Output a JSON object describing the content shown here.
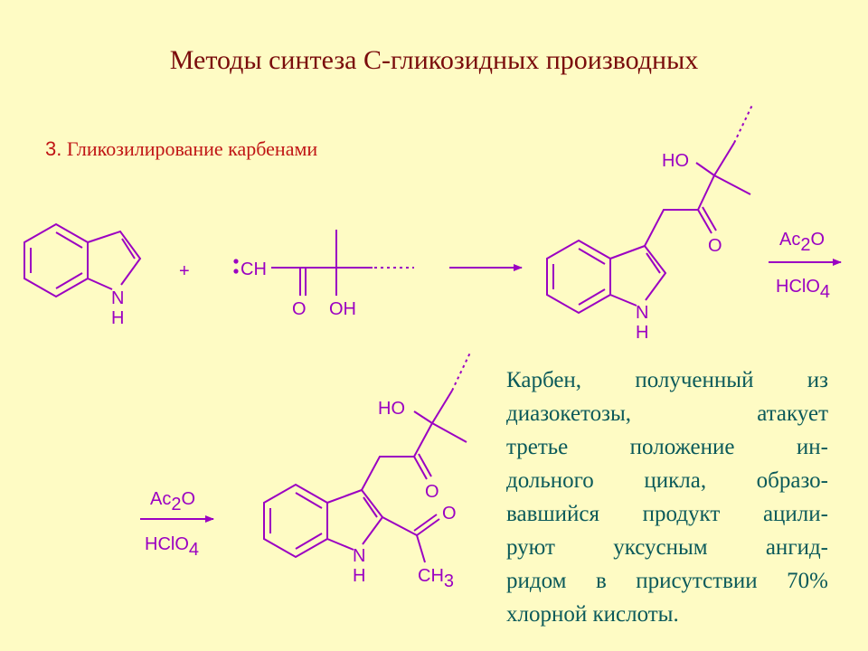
{
  "slide": {
    "title": "Методы синтеза С-гликозидных производных",
    "section_number": "3.",
    "section_title": "Гликозилирование карбенами"
  },
  "scheme": {
    "plus": "+",
    "indole": {
      "n": "N",
      "h": "H"
    },
    "carbene": {
      "ch": "CH",
      "o": "O",
      "oh": "OH"
    },
    "product1": {
      "ho": "HO",
      "o": "O",
      "n": "N",
      "h": "H"
    },
    "reagents1": {
      "top_main": "Ac",
      "top_sub": "2",
      "top_end": "O",
      "bottom_main": "HClO",
      "bottom_sub": "4"
    },
    "reagents2": {
      "top_main": "Ac",
      "top_sub": "2",
      "top_end": "O",
      "bottom_main": "HClO",
      "bottom_sub": "4"
    },
    "product2": {
      "ho": "HO",
      "o_ketone": "O",
      "o_acetyl": "O",
      "n": "N",
      "h": "H",
      "ch": "CH",
      "ch_sub": "3"
    }
  },
  "description": {
    "lines": [
      "Карбен, полученный из",
      "диазокетозы, атакует",
      "третье положение ин-",
      "дольного цикла, образо-",
      "вавшийся продукт ацили-",
      "руют уксусным ангид-",
      "ридом в присутствии 70%",
      "хлорной кислоты."
    ]
  },
  "colors": {
    "background": "#fefbc4",
    "title": "#7a0c0c",
    "heading": "#c01515",
    "chemistry": "#9b00c2",
    "description": "#0b5a5a"
  }
}
